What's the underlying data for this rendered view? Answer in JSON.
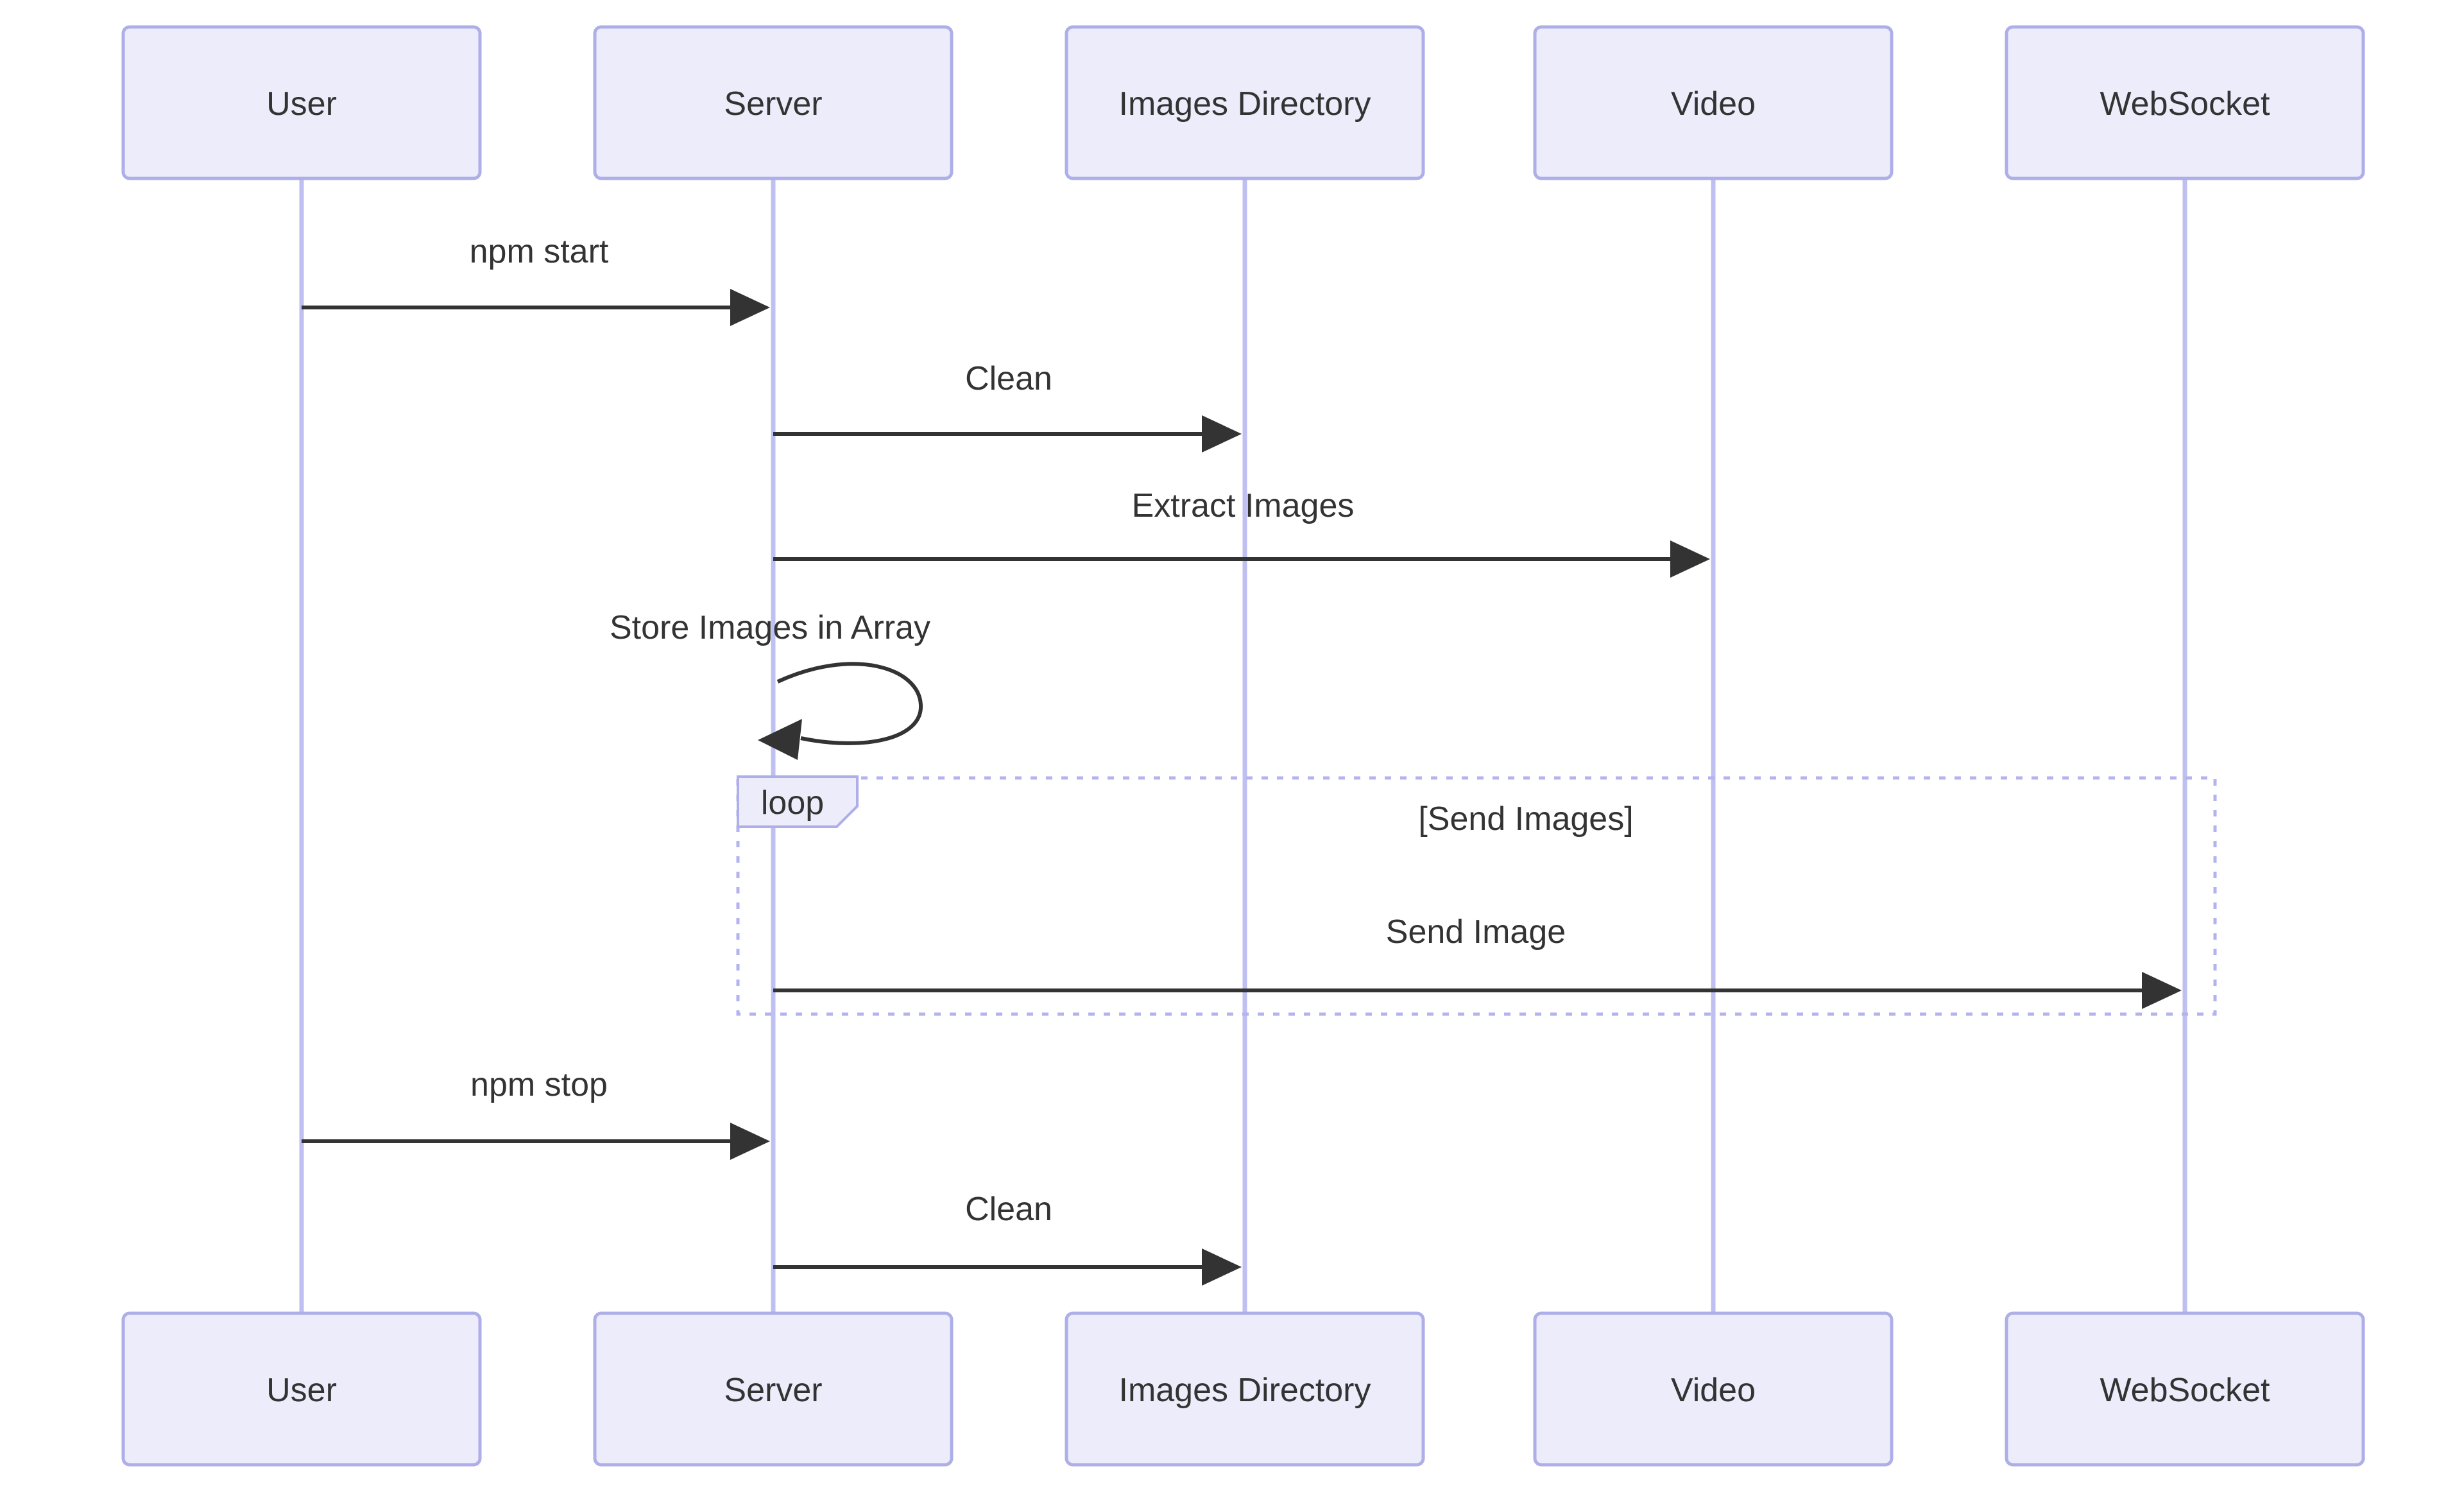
{
  "diagram": {
    "type": "sequence-diagram",
    "participants": [
      {
        "label": "User"
      },
      {
        "label": "Server"
      },
      {
        "label": "Images Directory"
      },
      {
        "label": "Video"
      },
      {
        "label": "WebSocket"
      }
    ],
    "messages": [
      {
        "from": "User",
        "to": "Server",
        "label": "npm start"
      },
      {
        "from": "Server",
        "to": "Images Directory",
        "label": "Clean"
      },
      {
        "from": "Server",
        "to": "Video",
        "label": "Extract Images"
      },
      {
        "from": "Server",
        "to": "Server",
        "label": "Store Images in Array",
        "self_message": true
      },
      {
        "from": "Server",
        "to": "WebSocket",
        "label": "Send Image",
        "in_loop": true
      },
      {
        "from": "User",
        "to": "Server",
        "label": "npm stop"
      },
      {
        "from": "Server",
        "to": "Images Directory",
        "label": "Clean"
      }
    ],
    "loop": {
      "label": "loop",
      "condition": "[Send Images]"
    },
    "colors": {
      "background": "#FFFFFF",
      "participant_fill": "#ECECFB",
      "participant_border": "#AEAEE8",
      "lifeline": "#BFBFF2",
      "loop_border": "#B3B3F0",
      "text": "#333333",
      "arrow": "#333333"
    }
  }
}
